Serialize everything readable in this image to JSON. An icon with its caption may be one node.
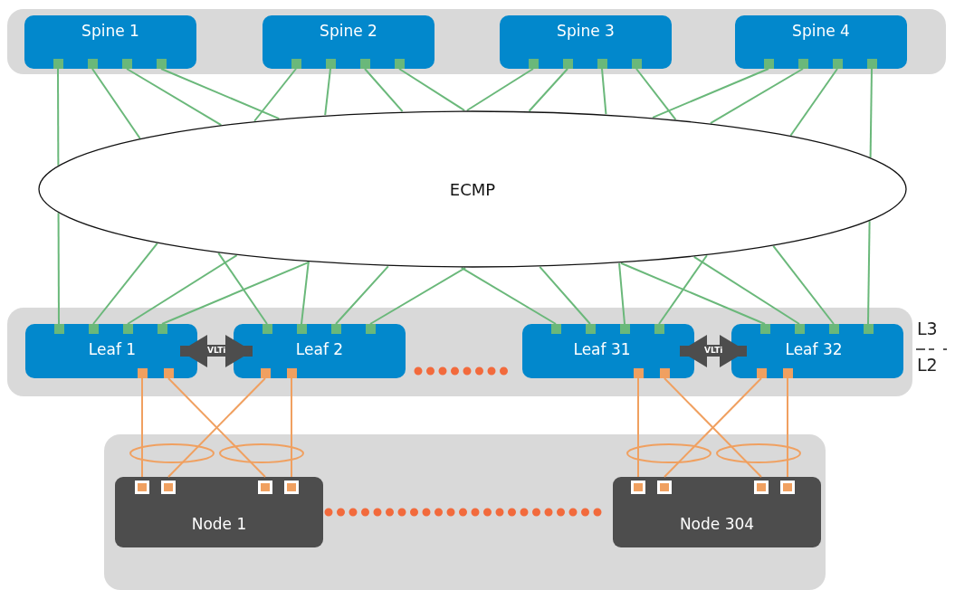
{
  "diagram": {
    "nodes": [
      {
        "text": [],
        "shape": "box"
      },
      {
        "text": [
          "Spine 1"
        ],
        "in": 0
      },
      {
        "text": [
          "Spine 2"
        ],
        "in": 0
      },
      {
        "text": [
          "Spine 3"
        ],
        "in": 0
      },
      {
        "text": [
          "Spine 4"
        ],
        "in": 0
      },
      {
        "text": [
          "ECMP"
        ]
      },
      {
        "text": [],
        "shape": "box"
      },
      {
        "text": [
          "Leaf 1"
        ],
        "in": 6
      },
      {
        "text": [
          "Leaf 2"
        ],
        "in": 6
      },
      {
        "text": [
          "Leaf 31"
        ],
        "in": 6
      },
      {
        "text": [
          "Leaf 32"
        ],
        "in": 6
      },
      {
        "text": [],
        "shape": "box"
      },
      {
        "text": [
          "Node 1"
        ],
        "in": 11
      },
      {
        "text": [
          "Node 304"
        ],
        "in": 11
      }
    ],
    "edges": [
      {
        "from": 1,
        "to": 5,
        "arrow": "none"
      },
      {
        "from": 1,
        "to": 5,
        "arrow": "none"
      },
      {
        "from": 1,
        "to": 5,
        "arrow": "none"
      },
      {
        "from": 1,
        "to": 5,
        "arrow": "none"
      },
      {
        "from": 2,
        "to": 5,
        "arrow": "none"
      },
      {
        "from": 2,
        "to": 5,
        "arrow": "none"
      },
      {
        "from": 2,
        "to": 5,
        "arrow": "none"
      },
      {
        "from": 2,
        "to": 5,
        "arrow": "none"
      },
      {
        "from": 3,
        "to": 5,
        "arrow": "none"
      },
      {
        "from": 3,
        "to": 5,
        "arrow": "none"
      },
      {
        "from": 3,
        "to": 5,
        "arrow": "none"
      },
      {
        "from": 3,
        "to": 5,
        "arrow": "none"
      },
      {
        "from": 4,
        "to": 5,
        "arrow": "none"
      },
      {
        "from": 4,
        "to": 5,
        "arrow": "none"
      },
      {
        "from": 4,
        "to": 5,
        "arrow": "none"
      },
      {
        "from": 4,
        "to": 5,
        "arrow": "none"
      },
      {
        "from": 5,
        "to": 7,
        "arrow": "none"
      },
      {
        "from": 5,
        "to": 8,
        "arrow": "none"
      },
      {
        "from": 5,
        "to": 9,
        "arrow": "none"
      },
      {
        "from": 5,
        "to": 10,
        "arrow": "none"
      },
      {
        "from": 5,
        "to": 7,
        "arrow": "none"
      },
      {
        "from": 5,
        "to": 8,
        "arrow": "none"
      },
      {
        "from": 5,
        "to": 9,
        "arrow": "none"
      },
      {
        "from": 5,
        "to": 10,
        "arrow": "none"
      },
      {
        "from": 5,
        "to": 7,
        "arrow": "none"
      },
      {
        "from": 5,
        "to": 8,
        "arrow": "none"
      },
      {
        "from": 5,
        "to": 9,
        "arrow": "none"
      },
      {
        "from": 5,
        "to": 10,
        "arrow": "none"
      },
      {
        "from": 5,
        "to": 7,
        "arrow": "none"
      },
      {
        "from": 5,
        "to": 8,
        "arrow": "none"
      },
      {
        "from": 5,
        "to": 9,
        "arrow": "none"
      },
      {
        "from": 5,
        "to": 10,
        "arrow": "none"
      },
      {
        "from": 7,
        "to": 12,
        "arrow": "none",
        "color": "#f0a060"
      },
      {
        "from": 7,
        "to": 12,
        "arrow": "none",
        "color": "#f0a060"
      },
      {
        "from": 8,
        "to": 12,
        "arrow": "none",
        "color": "#f0a060"
      },
      {
        "from": 8,
        "to": 12,
        "arrow": "none",
        "color": "#f0a060"
      },
      {
        "from": 9,
        "to": 13,
        "arrow": "none",
        "color": "#f0a060"
      },
      {
        "from": 9,
        "to": 13,
        "arrow": "none",
        "color": "#f0a060"
      },
      {
        "from": 10,
        "to": 13,
        "arrow": "none",
        "color": "#f0a060"
      },
      {
        "from": 10,
        "to": 13,
        "arrow": "none",
        "color": "#f0a060"
      },
      {
        "from": 7,
        "to": 8,
        "arrow": "both",
        "label": "VLTi",
        "style": "thick",
        "color": "#4d4d4d"
      },
      {
        "from": 9,
        "to": 10,
        "arrow": "both",
        "label": "VLTi",
        "style": "thick",
        "color": "#4d4d4d"
      },
      {
        "from": 8,
        "to": 9,
        "arrow": "none",
        "style": "dashed",
        "color": "#f26a3c"
      },
      {
        "from": 12,
        "to": 13,
        "arrow": "none",
        "style": "dashed",
        "color": "#f26a3c"
      }
    ],
    "labels": [
      "L3",
      "L2"
    ]
  }
}
